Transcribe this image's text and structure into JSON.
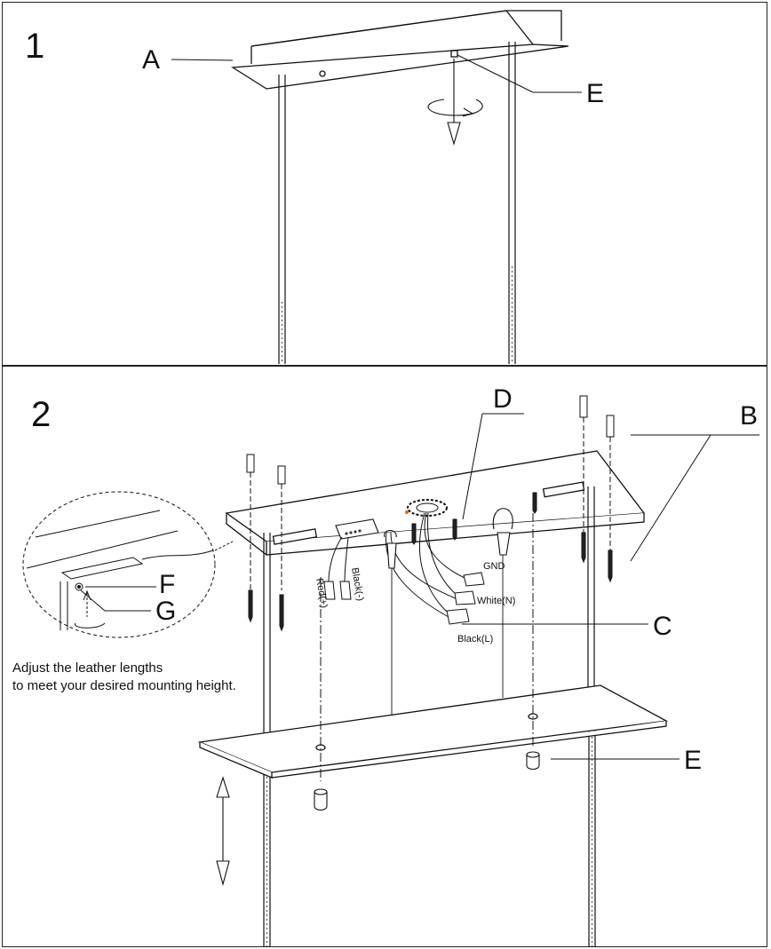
{
  "step1": {
    "number": "1",
    "callouts": {
      "a": "A",
      "e": "E"
    }
  },
  "step2": {
    "number": "2",
    "callouts": {
      "b": "B",
      "c": "C",
      "d": "D",
      "e": "E",
      "f": "F",
      "g": "G"
    },
    "wire_labels": {
      "gnd": "GND",
      "white": "White(N)",
      "black": "Black(L)",
      "red_plus": "Red(+)",
      "black_minus": "Black(-)"
    },
    "note_lines": [
      "Adjust the leather lengths",
      "to meet your desired mounting height."
    ]
  }
}
